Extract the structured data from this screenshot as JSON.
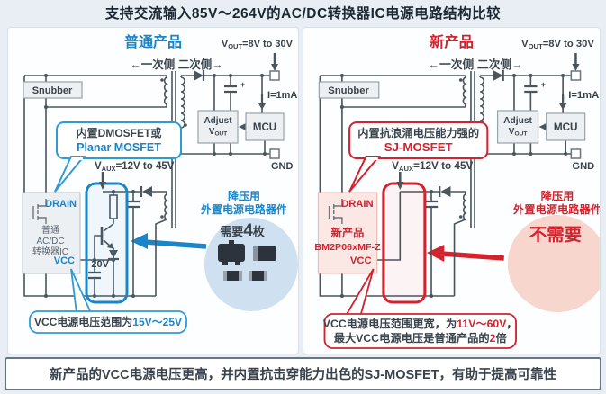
{
  "page": {
    "title": "支持交流输入85V～264V的AC/DC转换器IC电源电路结构比较",
    "footer": "新产品的VCC电源电压更高，并内置抗击穿能力出色的SJ-MOSFET，有助于提高可靠性",
    "colors": {
      "accent_blue": "#1a85c8",
      "accent_red": "#d2232e",
      "wire": "#4b555e"
    }
  },
  "shared": {
    "side_labels": "←一次侧  二次侧→",
    "snubber": "Snubber",
    "vout": {
      "v": "V",
      "sub": "OUT",
      "rest": "=8V to 30V"
    },
    "vaux": {
      "v": "V",
      "sub": "AUX",
      "rest": "=12V to 45V"
    },
    "current_label": "I=1mA",
    "mcu": "MCU",
    "adjust": {
      "line1": "Adjust",
      "v": "V",
      "sub": "OUT"
    },
    "gnd": "GND",
    "drain": "DRAIN",
    "vcc": "VCC",
    "cap_plus": "+"
  },
  "left_panel": {
    "product_title": "普通产品",
    "bubble": {
      "line1": "内置DMOSFET或",
      "line2": "Planar MOSFET"
    },
    "ic": {
      "line1": "普通",
      "line2": "AC/DC",
      "line3": "转换器IC"
    },
    "zener_label": "20V",
    "circle": {
      "line1": "降压用",
      "line2": "外置电源电路器件",
      "need_prefix": "需要",
      "need_count": "4",
      "need_suffix": "枚"
    },
    "vcc_callout": {
      "prefix": "VCC电源电压范围为",
      "range": "15V～25V"
    }
  },
  "right_panel": {
    "product_title": "新产品",
    "bubble": {
      "line1": "内置抗浪涌电压能力强的",
      "line2": "SJ-MOSFET"
    },
    "ic": {
      "line1": "新产品",
      "line2": "BM2P06xMF-Z"
    },
    "circle": {
      "line1": "降压用",
      "line2": "外置电源电路器件",
      "need": "不需要"
    },
    "vcc_callout": {
      "line1_prefix": "VCC电源电压范围更宽，为",
      "line1_range": "11V～60V",
      "line1_comma": "，",
      "line2_prefix": "最大VCC电源电压是普通产品的",
      "line2_num": "2",
      "line2_suffix": "倍"
    }
  }
}
